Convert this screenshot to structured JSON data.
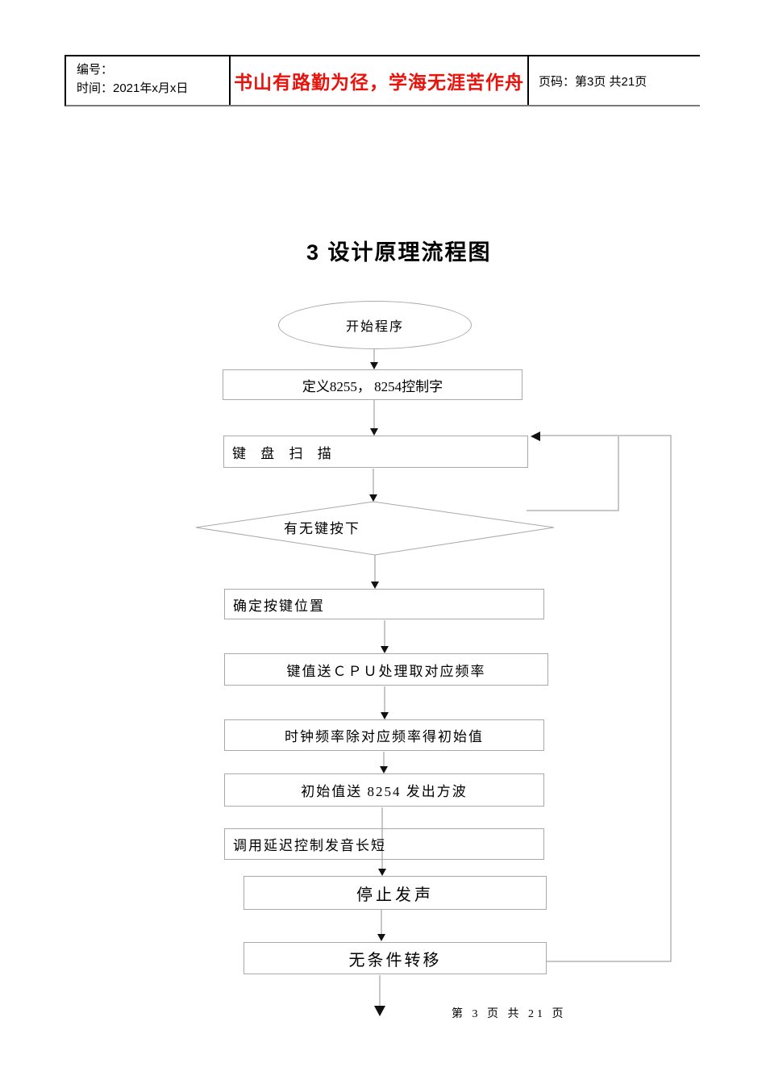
{
  "header": {
    "number_label": "编号：",
    "time_label": "时间：2021年x月x日",
    "motto": "书山有路勤为径，学海无涯苦作舟",
    "page_label": "页码：第3页 共21页"
  },
  "title": "3 设计原理流程图",
  "flowchart": {
    "start_label": "开始程序",
    "decision_label": "有无键按下",
    "boxes": [
      {
        "label": "定义8255， 8254控制字"
      },
      {
        "label": "键 盘 扫 描"
      },
      {
        "label": "确定按键位置"
      },
      {
        "label": "键值送ＣＰＵ处理取对应频率"
      },
      {
        "label": "时钟频率除对应频率得初始值"
      },
      {
        "label": "初始值送 8254 发出方波"
      },
      {
        "label": "调用延迟控制发音长短"
      },
      {
        "label": "停止发声"
      },
      {
        "label": "无条件转移"
      }
    ]
  },
  "footer": {
    "page_text": "第 3 页 共 21 页"
  },
  "colors": {
    "motto_red": "#e8130c",
    "line_gray": "#a9a9a9",
    "arrow_black": "#111111"
  }
}
